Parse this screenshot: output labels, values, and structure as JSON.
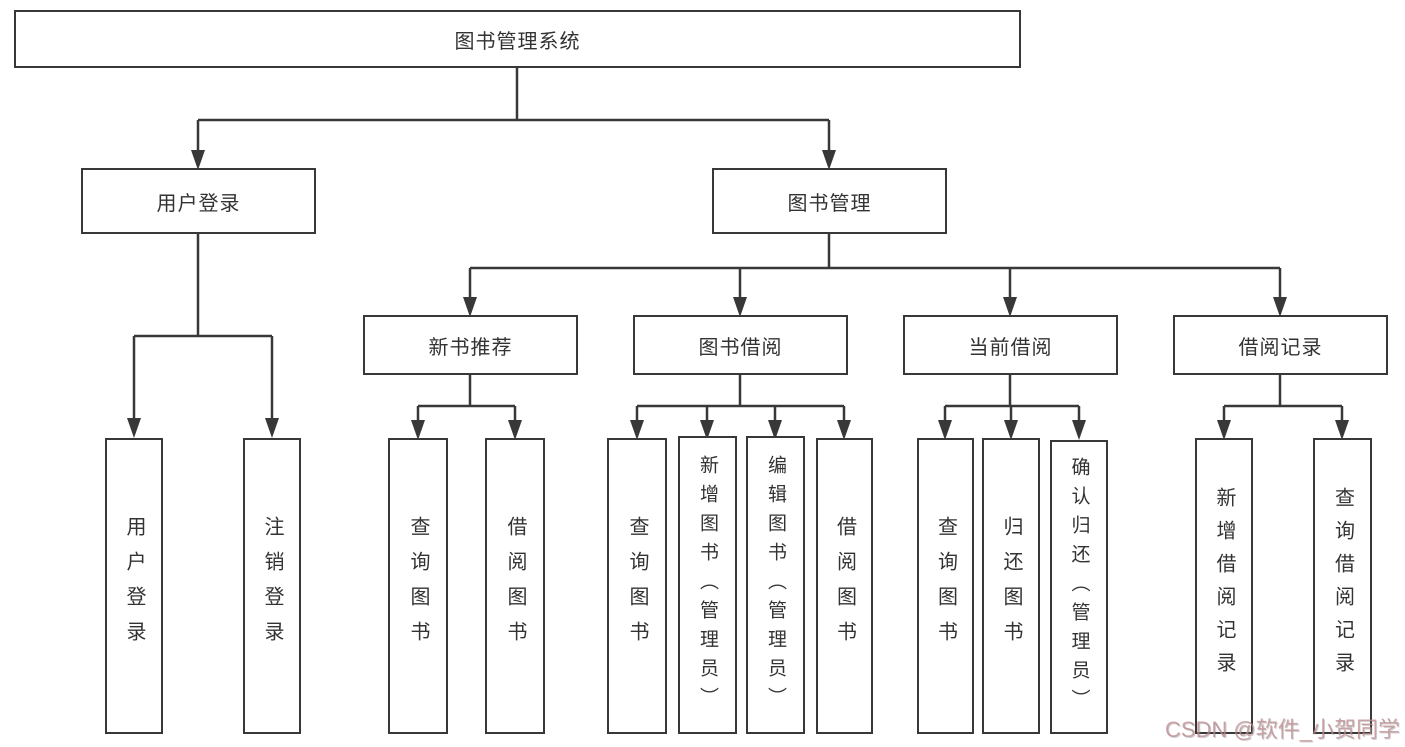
{
  "diagram": {
    "title": "图书管理系统",
    "root_label": "图书管理系统",
    "user_branch": {
      "label": "用户登录",
      "leaves": [
        "用户登录",
        "注销登录"
      ]
    },
    "mgmt_branch": {
      "label": "图书管理"
    },
    "groups": [
      {
        "label": "新书推荐",
        "leaves": [
          "查询图书",
          "借阅图书"
        ]
      },
      {
        "label": "图书借阅",
        "leaves": [
          "查询图书",
          "新增图书（管理员）",
          "编辑图书（管理员）",
          "借阅图书"
        ]
      },
      {
        "label": "当前借阅",
        "leaves": [
          "查询图书",
          "归还图书",
          "确认归还（管理员）"
        ]
      },
      {
        "label": "借阅记录",
        "leaves": [
          "新增借阅记录",
          "查询借阅记录"
        ]
      }
    ],
    "watermark": "CSDN @软件_小贺同学",
    "colors": {
      "line": "#383838",
      "box_border": "#383838",
      "text": "#333333",
      "background": "#ffffff",
      "watermark": "#bc8a8e"
    }
  }
}
